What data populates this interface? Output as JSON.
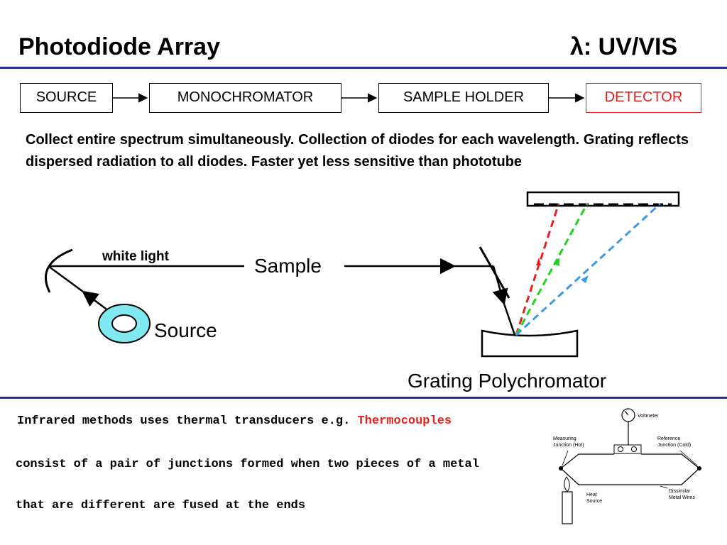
{
  "header": {
    "title": "Photodiode Array",
    "subtitle": "λ: UV/VIS"
  },
  "flow": {
    "boxes": [
      "SOURCE",
      "MONOCHROMATOR",
      "SAMPLE HOLDER",
      "DETECTOR"
    ],
    "highlight_color": "#e8201e"
  },
  "description": "Collect entire spectrum simultaneously. Collection of diodes for each wavelength. Grating reflects dispersed radiation to all diodes. Faster yet less sensitive than phototube",
  "schematic": {
    "white_light_label": "white light",
    "sample_label": "Sample",
    "source_label": "Source",
    "grating_label": "Grating Polychromator",
    "source_color": "#7fe8f0",
    "beam_colors": [
      "#e8201e",
      "#1fd21f",
      "#3a9ae8"
    ]
  },
  "footer": {
    "line1_prefix": "Infrared methods uses thermal transducers e.g. ",
    "line1_highlight": "Thermocouples",
    "line2": "consist of a pair of junctions formed when two pieces of a metal",
    "line3": "that are different are fused at the ends",
    "highlight_color": "#e8201e"
  },
  "thermocouple": {
    "voltmeter": "Voltmeter",
    "measuring_1": "Measuring",
    "measuring_2": "Junction (Hot)",
    "reference_1": "Reference",
    "reference_2": "Junction (Cold)",
    "heat_1": "Heat",
    "heat_2": "Source",
    "wires_1": "Dissimilar",
    "wires_2": "Metal Wires"
  }
}
